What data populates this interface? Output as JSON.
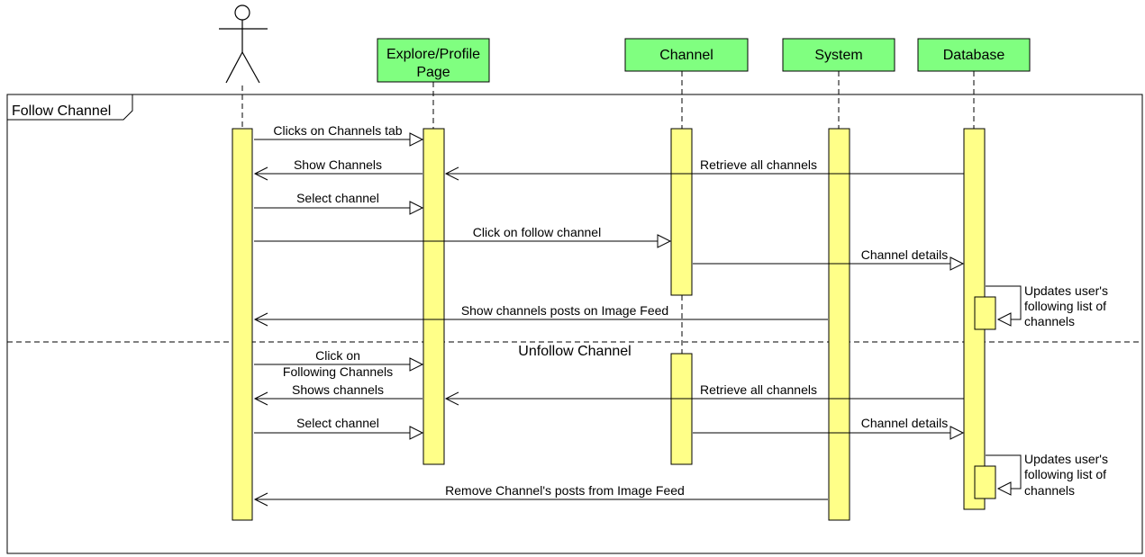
{
  "frame": {
    "title": "Follow Channel",
    "separator_label": "Unfollow Channel"
  },
  "participants": [
    {
      "id": "actor",
      "kind": "actor",
      "label": ""
    },
    {
      "id": "page",
      "kind": "box",
      "label_lines": [
        "Explore/Profile",
        "Page"
      ]
    },
    {
      "id": "channel",
      "kind": "box",
      "label_lines": [
        "Channel"
      ]
    },
    {
      "id": "system",
      "kind": "box",
      "label_lines": [
        "System"
      ]
    },
    {
      "id": "database",
      "kind": "box",
      "label_lines": [
        "Database"
      ]
    }
  ],
  "messages": [
    {
      "from": "actor",
      "to": "page",
      "direction": "right",
      "lines": [
        "Clicks on Channels tab"
      ]
    },
    {
      "from": "page",
      "to": "actor",
      "direction": "left",
      "lines": [
        "Show Channels"
      ]
    },
    {
      "from": "database",
      "to": "page",
      "direction": "left",
      "lines": [
        "Retrieve all channels"
      ]
    },
    {
      "from": "actor",
      "to": "page",
      "direction": "right",
      "lines": [
        "Select channel"
      ]
    },
    {
      "from": "actor",
      "to": "channel",
      "direction": "right",
      "lines": [
        "Click on follow channel"
      ]
    },
    {
      "from": "channel",
      "to": "database",
      "direction": "right",
      "lines": [
        "Channel details"
      ]
    },
    {
      "from": "database",
      "to": "database",
      "direction": "self",
      "lines": [
        "Updates user's",
        "following list of",
        "channels"
      ]
    },
    {
      "from": "system",
      "to": "actor",
      "direction": "left",
      "lines": [
        "Show channels posts on Image Feed"
      ]
    },
    {
      "from": "actor",
      "to": "page",
      "direction": "right",
      "lines": [
        "Click on",
        "Following Channels"
      ]
    },
    {
      "from": "page",
      "to": "actor",
      "direction": "left",
      "lines": [
        "Shows channels"
      ]
    },
    {
      "from": "database",
      "to": "page",
      "direction": "left",
      "lines": [
        "Retrieve all channels"
      ]
    },
    {
      "from": "actor",
      "to": "page",
      "direction": "right",
      "lines": [
        "Select channel"
      ]
    },
    {
      "from": "channel",
      "to": "database",
      "direction": "right",
      "lines": [
        "Channel details"
      ]
    },
    {
      "from": "database",
      "to": "database",
      "direction": "self",
      "lines": [
        "Updates user's",
        "following list of",
        "channels"
      ]
    },
    {
      "from": "system",
      "to": "actor",
      "direction": "left",
      "lines": [
        "Remove Channel's posts from Image Feed"
      ]
    }
  ],
  "colors": {
    "participant_fill": "#80ff80",
    "activation_fill": "#ffff88",
    "stroke": "#000000"
  }
}
